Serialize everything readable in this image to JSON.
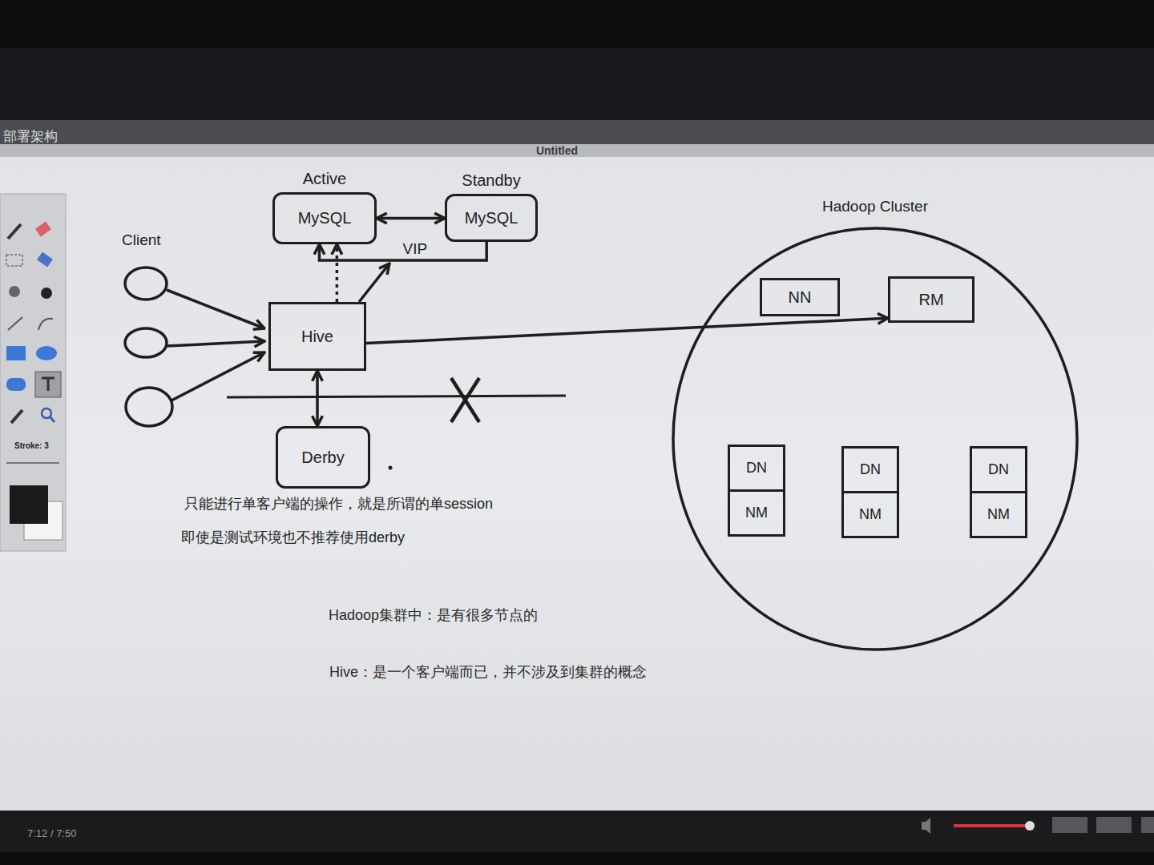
{
  "diagram": {
    "nodes": [
      {
        "text": [
          "Active",
          "MySQL"
        ]
      },
      {
        "text": [
          "Standby",
          "MySQL"
        ]
      },
      {
        "text": [
          "Hadoop Cluster"
        ]
      },
      {
        "text": [
          "NN"
        ],
        "in": 2
      },
      {
        "text": [
          "RM"
        ],
        "in": 2
      },
      {
        "text": [
          "Hive"
        ]
      },
      {
        "text": [
          "Derby"
        ]
      },
      {
        "text": [
          "DN",
          "NM"
        ],
        "in": 2
      },
      {
        "text": [
          "DN",
          "NM"
        ],
        "in": 2
      },
      {
        "text": [
          "DN",
          "NM"
        ],
        "in": 2
      }
    ],
    "edges": [
      {
        "from": 0,
        "to": 1,
        "arrow": "both"
      },
      {
        "from": 1,
        "to": 0,
        "label": "VIP",
        "arrow": "to"
      },
      {
        "from": 5,
        "to": 0,
        "arrow": "to"
      },
      {
        "from": 5,
        "to": 6,
        "arrow": "both"
      },
      {
        "from": 5,
        "to": 4,
        "arrow": "to"
      }
    ],
    "labels": [
      "部署架构",
      "Untitled",
      "Client",
      "只能进行单客户端的操作，就是所谓的单session",
      "即使是测试环境也不推荐使用derby",
      "Hadoop集群中：是有很多节点的",
      "Hive：是一个客户端而已，并不涉及到集群的概念",
      "Stroke: 3",
      "7:12 / 7:50"
    ]
  }
}
